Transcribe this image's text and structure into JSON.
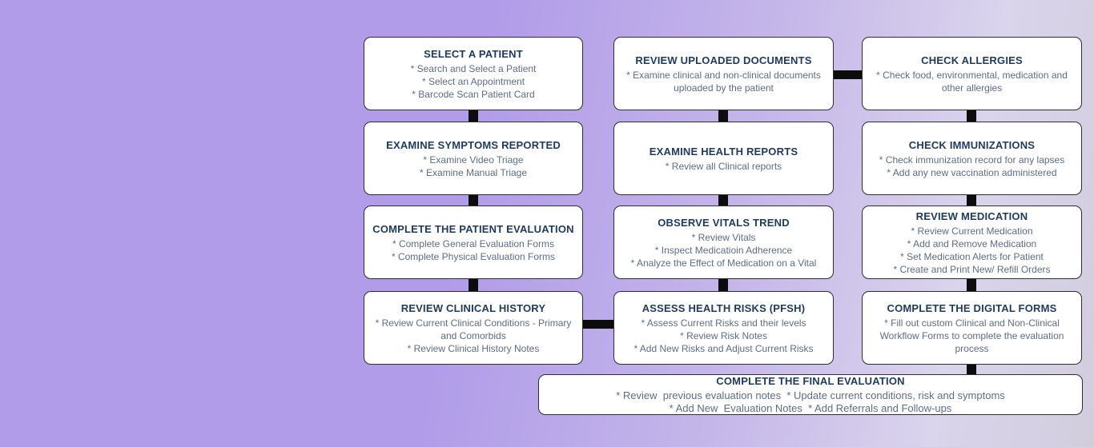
{
  "background": {
    "left_color": "#b09ce9",
    "right_color": "#d2cddd"
  },
  "colors": {
    "box_background": "#ffffff",
    "box_border": "#2e2e2e",
    "title_text": "#1e3a5f",
    "item_text": "#5d6d86",
    "connector": "#0c0c0c"
  },
  "flowchart": {
    "columns": [
      {
        "boxes": [
          {
            "title": "SELECT A PATIENT",
            "items": [
              "* Search and Select a Patient",
              "* Select an Appointment",
              "* Barcode Scan Patient Card"
            ]
          },
          {
            "title": "EXAMINE SYMPTOMS REPORTED",
            "items": [
              "* Examine Video Triage",
              "* Examine Manual Triage"
            ]
          },
          {
            "title": "COMPLETE THE PATIENT EVALUATION",
            "items": [
              "* Complete General Evaluation Forms",
              "* Complete Physical Evaluation Forms"
            ]
          },
          {
            "title": "REVIEW CLINICAL HISTORY",
            "items": [
              "* Review Current Clinical Conditions - Primary and Comorbids",
              "* Review Clinical History Notes"
            ]
          }
        ]
      },
      {
        "boxes": [
          {
            "title": "REVIEW UPLOADED DOCUMENTS",
            "items": [
              "* Examine clinical and non-clinical documents uploaded by the patient"
            ]
          },
          {
            "title": "EXAMINE HEALTH REPORTS",
            "items": [
              "* Review all Clinical reports"
            ]
          },
          {
            "title": "OBSERVE VITALS TREND",
            "items": [
              "* Review Vitals",
              "* Inspect Medicatioin Adherence",
              "* Analyze the Effect of Medication on a Vital"
            ]
          },
          {
            "title": "ASSESS HEALTH RISKS (PFSH)",
            "items": [
              "* Assess Current Risks and their levels",
              "* Review Risk Notes",
              "* Add New Risks and Adjust Current Risks"
            ]
          }
        ]
      },
      {
        "boxes": [
          {
            "title": "CHECK ALLERGIES",
            "items": [
              "* Check food, environmental, medication and other allergies"
            ]
          },
          {
            "title": "CHECK IMMUNIZATIONS",
            "items": [
              "* Check immunization record for any lapses",
              "* Add any new vaccination administered"
            ]
          },
          {
            "title": "REVIEW MEDICATION",
            "items": [
              "* Review Current Medication",
              "* Add and Remove Medication",
              "* Set Medication Alerts for Patient",
              "* Create and Print New/ Refill Orders"
            ]
          },
          {
            "title": "COMPLETE THE DIGITAL FORMS",
            "items": [
              "* Fill out custom Clinical and Non-Clinical Workflow Forms to complete the evaluation process"
            ]
          }
        ]
      }
    ],
    "final_box": {
      "title": "COMPLETE THE FINAL EVALUATION",
      "lines": [
        "* Review  previous evaluation notes  * Update current conditions, risk and symptoms",
        "* Add New  Evaluation Notes  * Add Referrals and Follow-ups"
      ]
    }
  }
}
